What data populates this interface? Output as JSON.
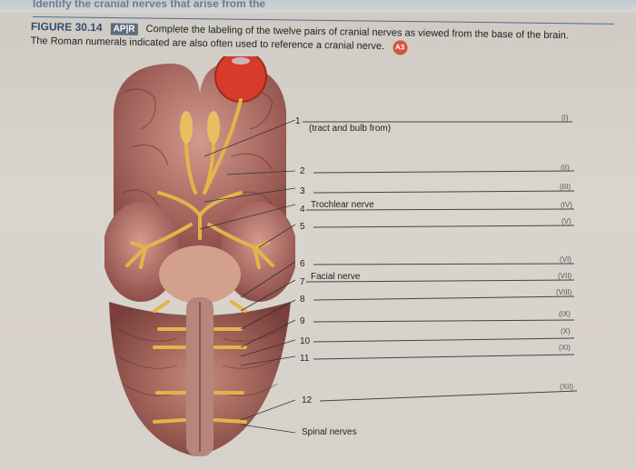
{
  "header": {
    "top_text": "Identify the cranial nerves that arise from the",
    "figure_number": "FIGURE 30.14",
    "apr_badge": "AP|R",
    "caption_line1": "Complete the labeling of the twelve pairs of cranial nerves as viewed from the base of the brain.",
    "small_text": "base of the brain",
    "caption_line2": "The Roman numerals indicated are also often used to reference a cranial nerve.",
    "a3_badge": "A3"
  },
  "labels": {
    "numbers": [
      "1",
      "2",
      "3",
      "4",
      "5",
      "6",
      "7",
      "8",
      "9",
      "10",
      "11",
      "12"
    ],
    "tract_note": "(tract and bulb from)",
    "answer_trochlear": "Trochlear nerve",
    "answer_facial": "Facial nerve",
    "spinal": "Spinal nerves",
    "romans": [
      "(I)",
      "(II)",
      "(III)",
      "(IV)",
      "(V)",
      "(VI)",
      "(VII)",
      "(VIII)",
      "(IX)",
      "(X)",
      "(XI)",
      "(XII)"
    ]
  },
  "colors": {
    "brain": "#b4746a",
    "nerve": "#e2b54a",
    "eye": "#d83a2c",
    "header_blue": "#2e4f73"
  }
}
